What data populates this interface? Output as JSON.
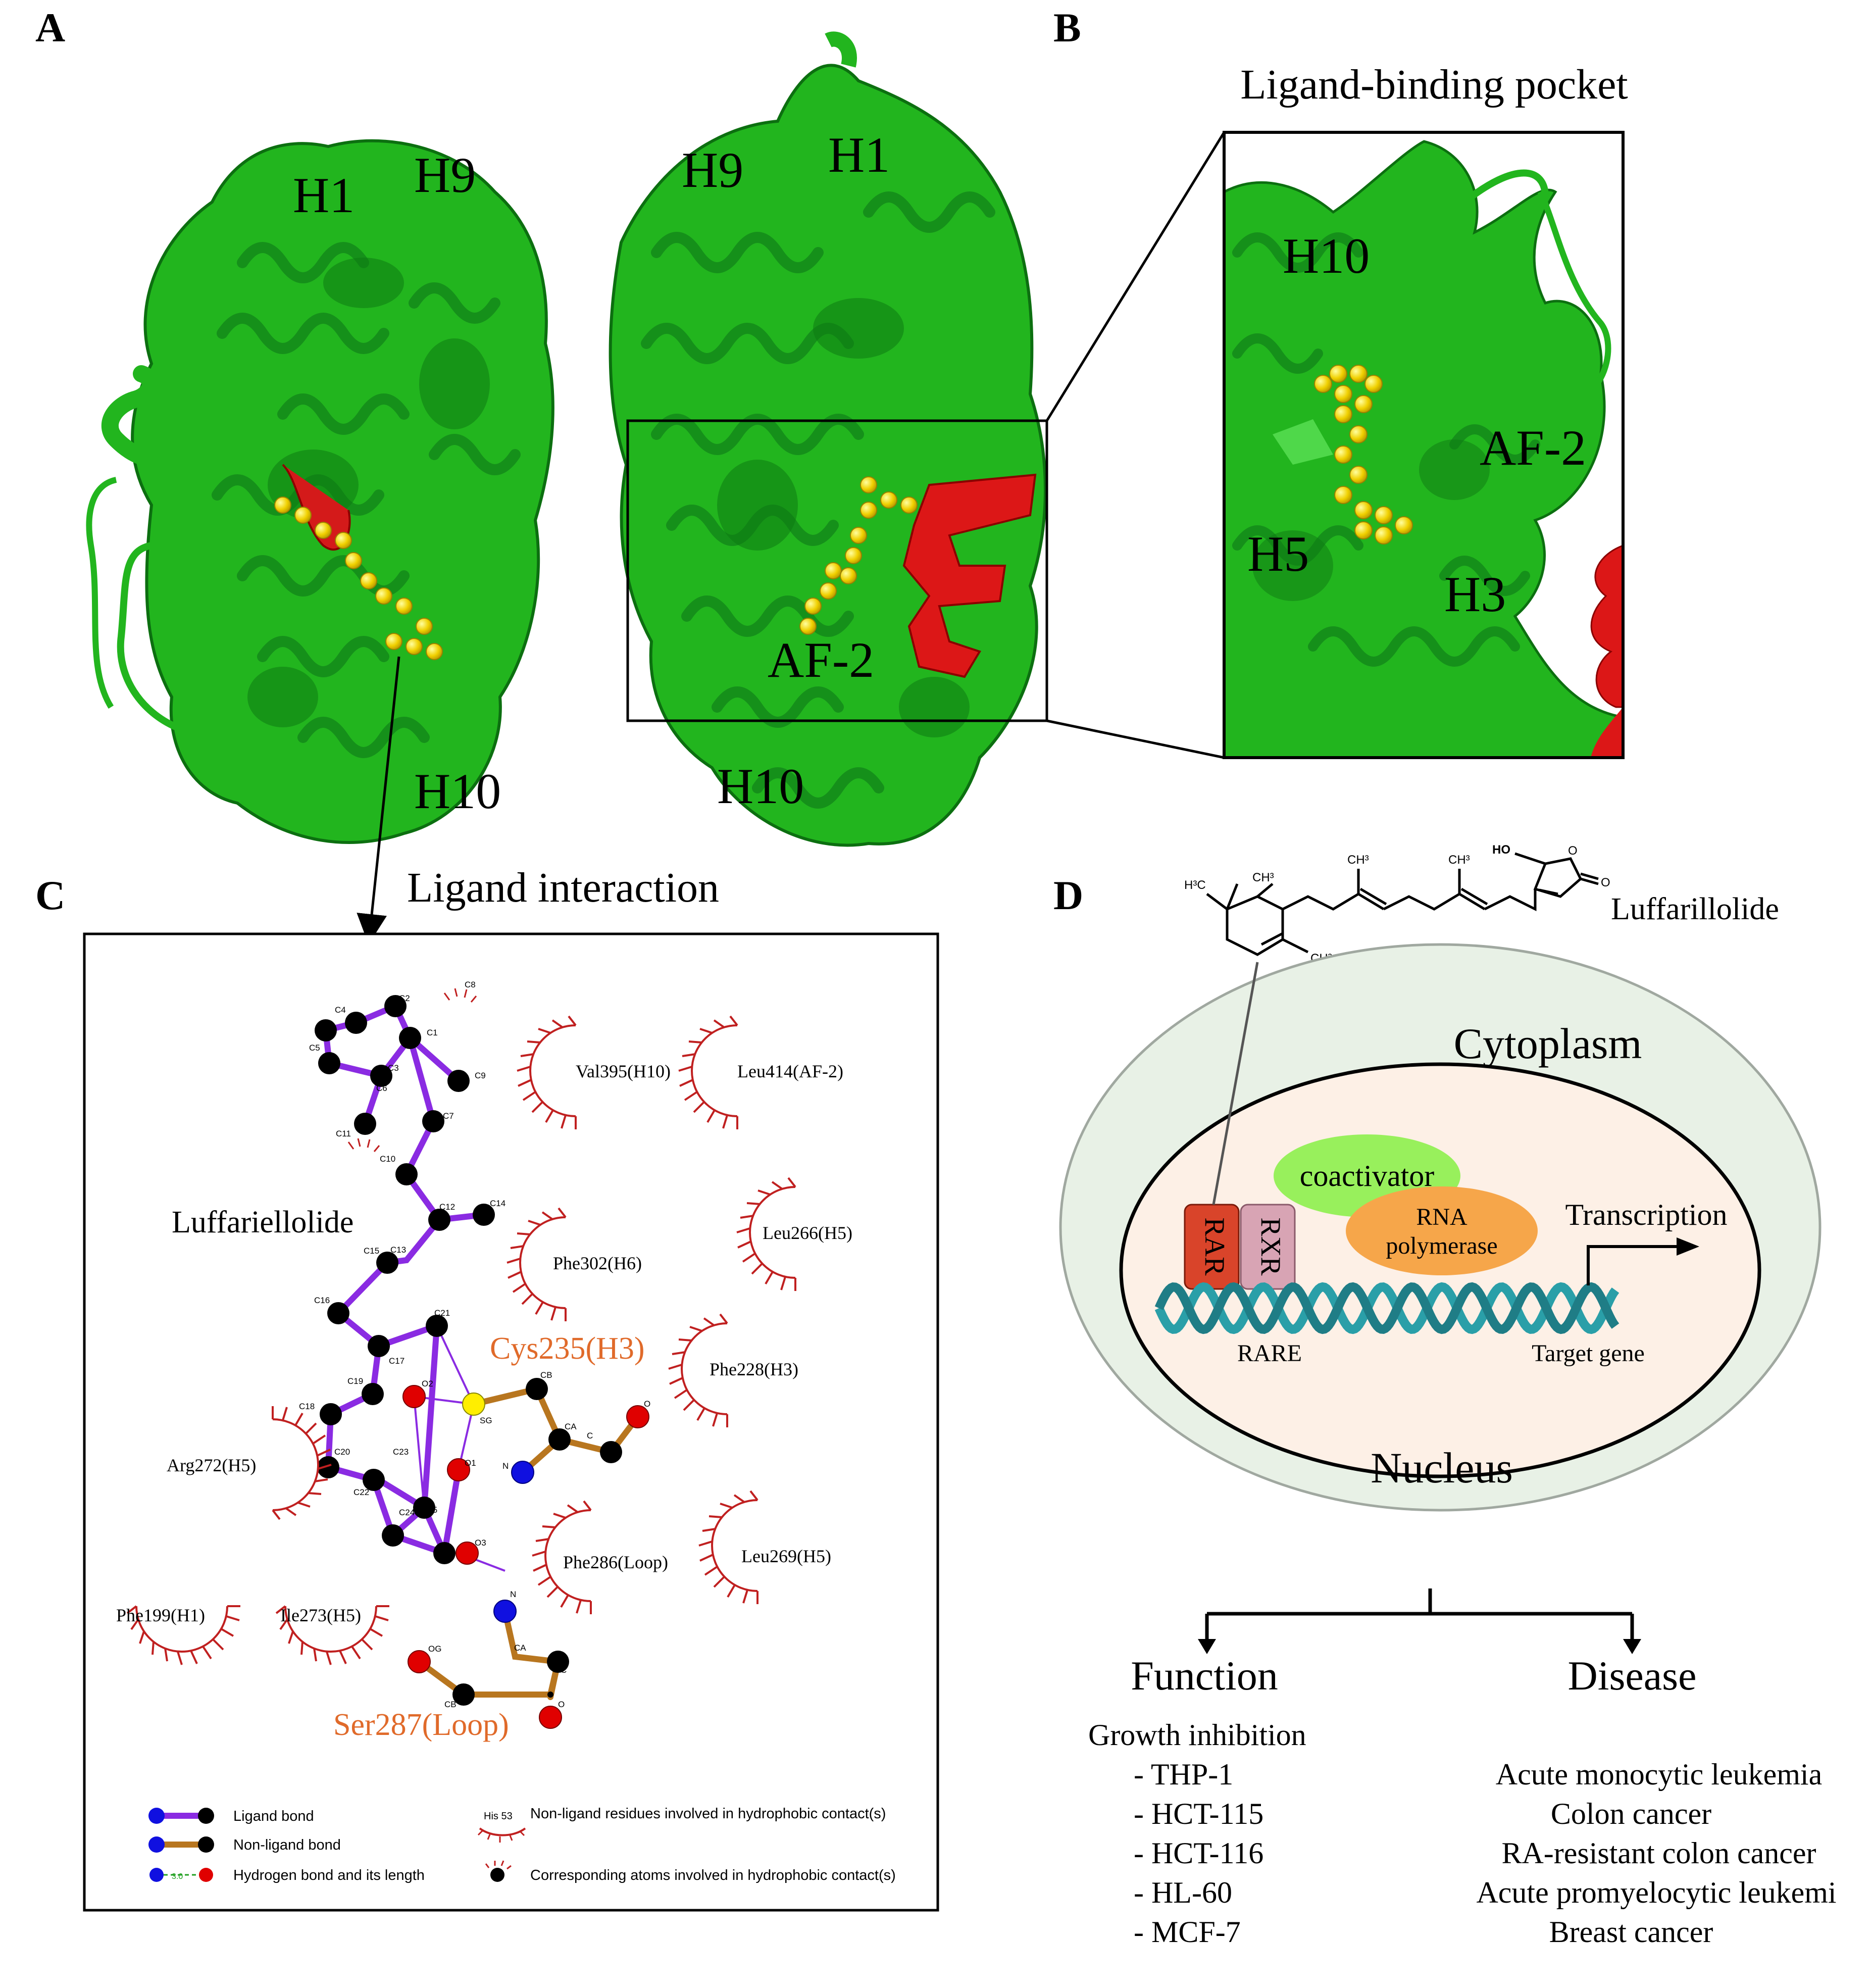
{
  "panels": {
    "A": {
      "letter": "A",
      "left_labels": [
        "H1",
        "H9",
        "H10"
      ],
      "right_labels": [
        "H9",
        "H1",
        "AF-2",
        "H10"
      ]
    },
    "B": {
      "letter": "B",
      "title": "Ligand-binding pocket",
      "labels": [
        "H10",
        "AF-2",
        "H5",
        "H3"
      ]
    },
    "C": {
      "letter": "C",
      "title": "Ligand interaction",
      "ligand_name": "Luffariellolide",
      "key_residues": [
        "Cys235(H3)",
        "Ser287(Loop)"
      ],
      "residues": [
        "Val395(H10)",
        "Leu414(AF-2)",
        "Leu266(H5)",
        "Phe302(H6)",
        "Phe228(H3)",
        "Arg272(H5)",
        "Phe286(Loop)",
        "Leu269(H5)",
        "Phe199(H1)",
        "Ile273(H5)"
      ],
      "atoms": [
        "C1",
        "C2",
        "C3",
        "C4",
        "C5",
        "C6",
        "C7",
        "C8",
        "C9",
        "C10",
        "C11",
        "C12",
        "C13",
        "C14",
        "C15",
        "C16",
        "C17",
        "C18",
        "C19",
        "C20",
        "C21",
        "C22",
        "C23",
        "C24",
        "C25",
        "O1",
        "O2",
        "O3",
        "SG",
        "CB",
        "CA",
        "C",
        "O",
        "N",
        "N",
        "CA",
        "C",
        "O",
        "OG",
        "CB"
      ],
      "legend": [
        "Ligand bond",
        "Non-ligand bond",
        "Hydrogen bond and its length",
        "Non-ligand residues involved in hydrophobic contact(s)",
        "Corresponding atoms involved in hydrophobic contact(s)"
      ],
      "legend_sample_residue": "His 53",
      "legend_sample_length": "3.0"
    },
    "D": {
      "letter": "D",
      "compound": "Luffarillolide",
      "chem_labels": [
        "H³C",
        "CH³",
        "CH³",
        "CH³",
        "CH³",
        "HO",
        "O",
        "O"
      ],
      "cytoplasm": "Cytoplasm",
      "nucleus": "Nucleus",
      "coactivator": "coactivator",
      "rna_pol_line1": "RNA",
      "rna_pol_line2": "polymerase",
      "rar": "RAR",
      "rxr": "RXR",
      "transcription": "Transcription",
      "rare": "RARE",
      "target_gene": "Target gene",
      "function_title": "Function",
      "disease_title": "Disease",
      "function_heading": "Growth inhibition",
      "function_items": [
        "- THP-1",
        "- HCT-115",
        "- HCT-116",
        "- HL-60",
        "- MCF-7"
      ],
      "disease_items": [
        "Acute monocytic leukemia",
        "Colon cancer",
        "RA-resistant colon cancer",
        "Acute promyelocytic leukemi",
        "Breast cancer"
      ]
    }
  }
}
